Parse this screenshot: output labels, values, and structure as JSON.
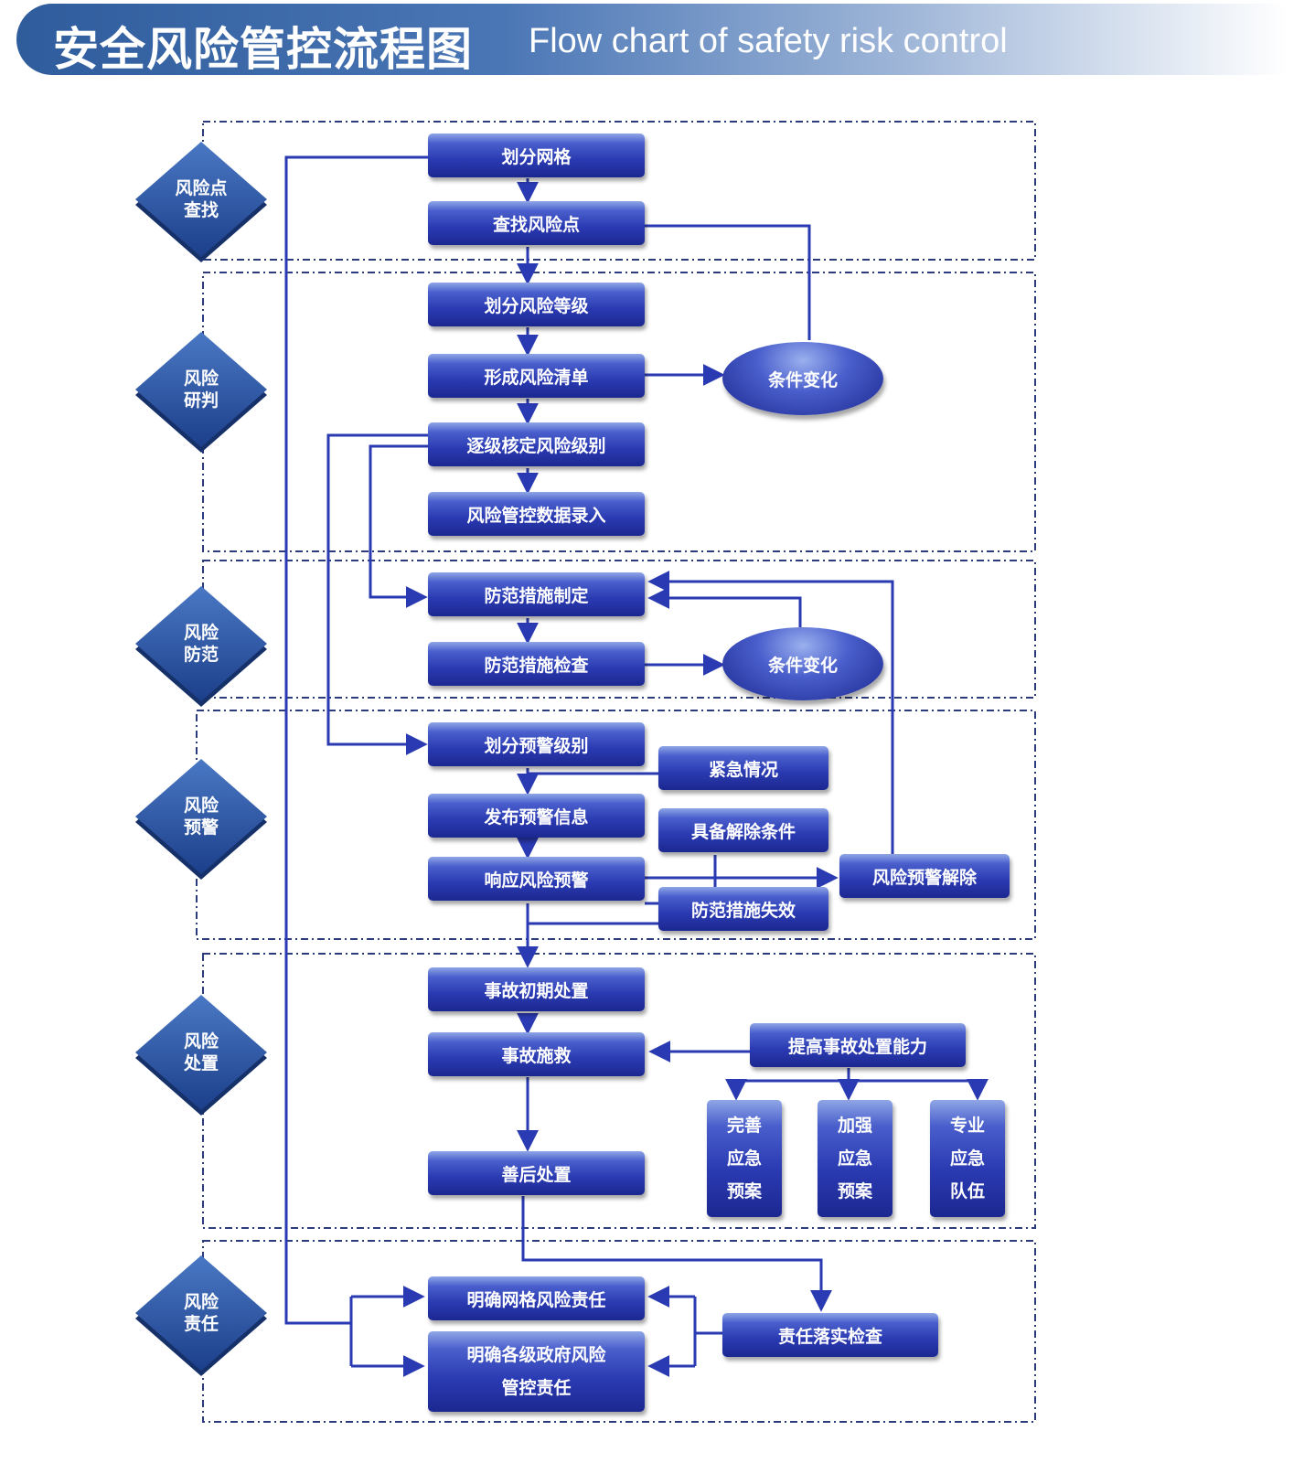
{
  "header": {
    "title_cn": "安全风险管控流程图",
    "title_en": "Flow chart of safety risk control"
  },
  "stages": [
    {
      "line1": "风险点",
      "line2": "查找"
    },
    {
      "line1": "风险",
      "line2": "研判"
    },
    {
      "line1": "风险",
      "line2": "防范"
    },
    {
      "line1": "风险",
      "line2": "预警"
    },
    {
      "line1": "风险",
      "line2": "处置"
    },
    {
      "line1": "风险",
      "line2": "责任"
    }
  ],
  "boxes": {
    "divide_grid": "划分网格",
    "find_risk_points": "查找风险点",
    "divide_risk_level": "划分风险等级",
    "form_risk_list": "形成风险清单",
    "verify_risk_level": "逐级核定风险级别",
    "data_entry": "风险管控数据录入",
    "formulate_measures": "防范措施制定",
    "check_measures": "防范措施检查",
    "divide_warning_level": "划分预警级别",
    "emergency": "紧急情况",
    "publish_warning": "发布预警信息",
    "release_conditions": "具备解除条件",
    "respond_warning": "响应风险预警",
    "warning_release": "风险预警解除",
    "measures_failed": "防范措施失效",
    "initial_disposal": "事故初期处置",
    "rescue": "事故施救",
    "improve_capability": "提高事故处置能力",
    "aftermath": "善后处置",
    "grid_responsibility": "明确网格风险责任",
    "gov_responsibility_1": "明确各级政府风险",
    "gov_responsibility_2": "管控责任",
    "responsibility_check": "责任落实检查"
  },
  "ovals": {
    "condition_change_1": "条件变化",
    "condition_change_2": "条件变化"
  },
  "sub_boxes": {
    "improve_plan": [
      "完善",
      "应急",
      "预案"
    ],
    "strengthen_plan": [
      "加强",
      "应急",
      "预案"
    ],
    "professional_team": [
      "专业",
      "应急",
      "队伍"
    ]
  },
  "colors": {
    "banner": "#2f5c9c",
    "box_dark": "#1c2890",
    "box_light": "#4a5fcc",
    "line": "#2a3ab2",
    "dash": "#2b3b7c"
  }
}
